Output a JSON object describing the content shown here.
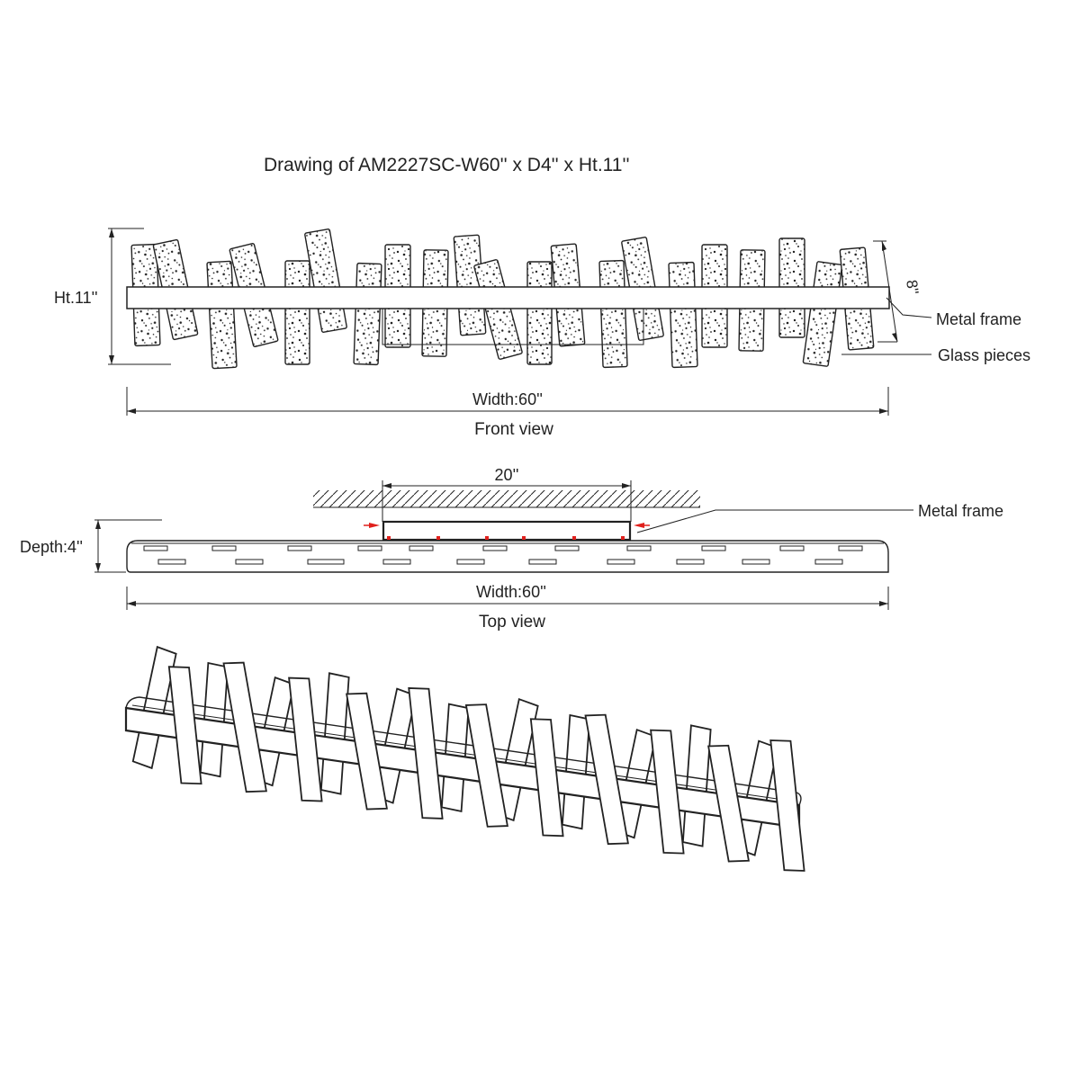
{
  "drawing": {
    "title": "Drawing of AM2227SC-W60'' x D4'' x Ht.11''",
    "front_view": {
      "caption": "Front view",
      "height_label": "Ht.11''",
      "width_label": "Width:60''",
      "glass_height_label": "8''",
      "callouts": [
        "Metal frame",
        "Glass pieces"
      ]
    },
    "top_view": {
      "caption": "Top view",
      "canopy_label": "20''",
      "depth_label": "Depth:4''",
      "width_label": "Width:60''",
      "callout": "Metal frame"
    },
    "colors": {
      "line": "#222222",
      "accent": "#e0201c"
    }
  }
}
